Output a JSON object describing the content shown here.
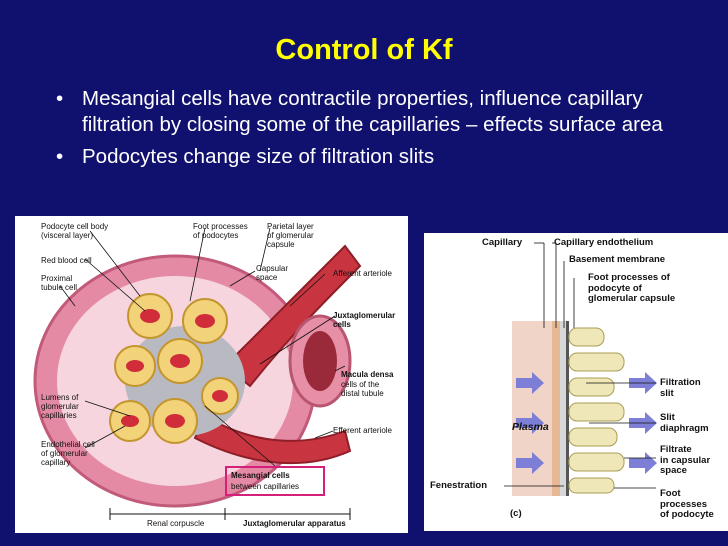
{
  "title": "Control of Kf",
  "bullets": [
    "Mesangial cells have contractile properties, influence capillary filtration by closing some of the capillaries – effects surface area",
    "Podocytes change size of filtration slits"
  ],
  "figure_left": {
    "labels": {
      "podocyte_body": "Podocyte cell body\n(visceral layer)",
      "foot_processes": "Foot processes\nof podocytes",
      "parietal": "Parietal layer\nof glomerular\ncapsule",
      "rbc": "Red blood cell",
      "proximal": "Proximal\ntubule cell",
      "capsular_space": "Capsular\nspace",
      "afferent": "Afferent arteriole",
      "juxta_cells": "Juxtaglomerular\ncells",
      "macula_densa": "Macula densa",
      "distal": "cells of the\ndistal tubule",
      "lumens": "Lumens of\nglomerular\ncapillaries",
      "endothelial": "Endothelial cell\nof glomerular\ncapillary",
      "efferent": "Efferent arteriole",
      "mesangial": "Mesangial cells",
      "between": "between capillaries",
      "renal_corpuscle": "Renal corpuscle",
      "ja": "Juxtaglomerular apparatus"
    }
  },
  "figure_right": {
    "labels": {
      "capillary": "Capillary",
      "endothelium": "Capillary endothelium",
      "basement": "Basement membrane",
      "foot": "Foot processes of\npodocyte of\nglomerular capsule",
      "filtration_slit": "Filtration\nslit",
      "slit_diaphragm": "Slit\ndiaphragm",
      "filtrate": "Filtrate\nin capsular\nspace",
      "foot2": "Foot\nprocesses\nof podocyte",
      "plasma": "Plasma",
      "fenestration": "Fenestration",
      "panel": "(c)"
    }
  }
}
